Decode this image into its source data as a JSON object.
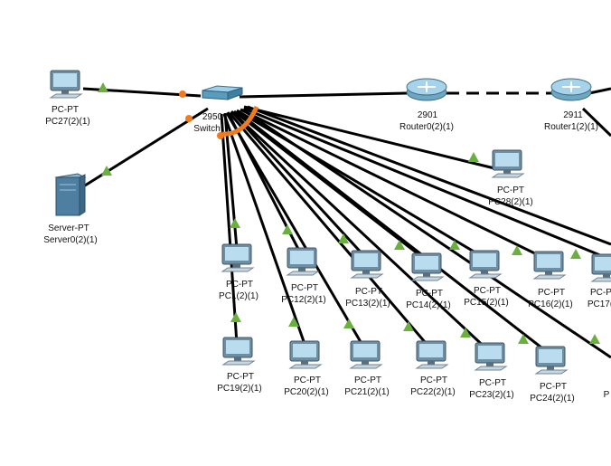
{
  "devices": {
    "pc27": {
      "type": "PC-PT",
      "name": "PC27(2)(1)"
    },
    "server": {
      "type": "Server-PT",
      "name": "Server0(2)(1)"
    },
    "switch": {
      "type": "2950",
      "name": "Switch"
    },
    "router0": {
      "type": "2901",
      "name": "Router0(2)(1)"
    },
    "router1": {
      "type": "2911",
      "name": "Router1(2)(1)"
    },
    "pc28": {
      "type": "PC-PT",
      "name": "PC28(2)(1)"
    },
    "pc11": {
      "type": "PC-PT",
      "name": "PC1(2)(1)"
    },
    "pc12": {
      "type": "PC-PT",
      "name": "PC12(2)(1)"
    },
    "pc13": {
      "type": "PC-PT",
      "name": "PC13(2)(1)"
    },
    "pc14": {
      "type": "PC-PT",
      "name": "PC14(2)(1)"
    },
    "pc15": {
      "type": "PC-PT",
      "name": "PC15(2)(1)"
    },
    "pc16": {
      "type": "PC-PT",
      "name": "PC16(2)(1)"
    },
    "pc17": {
      "type": "PC-PT",
      "name": "PC17("
    },
    "pc19": {
      "type": "PC-PT",
      "name": "PC19(2)(1)"
    },
    "pc20": {
      "type": "PC-PT",
      "name": "PC20(2)(1)"
    },
    "pc21": {
      "type": "PC-PT",
      "name": "PC21(2)(1)"
    },
    "pc22": {
      "type": "PC-PT",
      "name": "PC22(2)(1)"
    },
    "pc23": {
      "type": "PC-PT",
      "name": "PC23(2)(1)"
    },
    "pc24": {
      "type": "PC-PT",
      "name": "PC24(2)(1)"
    },
    "pc25": {
      "type": "",
      "name": "P"
    }
  },
  "colors": {
    "link": "#000000",
    "link_up": "#6ab03f",
    "link_orange": "#f07b1d",
    "screen": "#b9dcef",
    "router_body": "#6fa6c1",
    "switch_body": "#5b9bbb",
    "server_body": "#4f7fa0"
  }
}
